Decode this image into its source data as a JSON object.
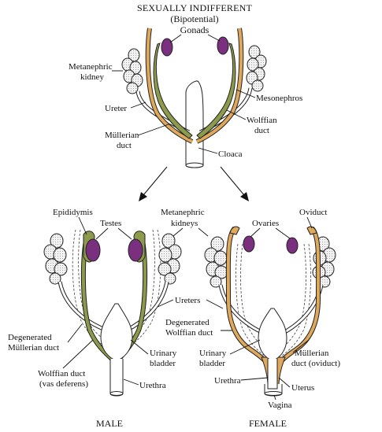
{
  "title": "SEXUALLY INDIFFERENT",
  "subtitle": "(Bipotential)",
  "colors": {
    "gonad": "#7a2f7f",
    "wolffian": "#8c9a4c",
    "mullerian": "#e0a85a",
    "kidney": "#e4e4e4",
    "outline": "#222222"
  },
  "top_labels": {
    "gonads": "Gonads",
    "metanephric_kidney_1": "Metanephric",
    "metanephric_kidney_2": "kidney",
    "ureter": "Ureter",
    "mesonephros": "Mesonephros",
    "mullerian_duct_1": "Müllerian",
    "mullerian_duct_2": "duct",
    "wolffian_duct_1": "Wolffian",
    "wolffian_duct_2": "duct",
    "cloaca": "Cloaca"
  },
  "male_labels": {
    "epididymis": "Epididymis",
    "testes": "Testes",
    "metanephric_kidneys_1": "Metanephric",
    "metanephric_kidneys_2": "kidneys",
    "degenerated_mullerian_1": "Degenerated",
    "degenerated_mullerian_2": "Müllerian duct",
    "wolffian_vas_1": "Wolffian duct",
    "wolffian_vas_2": "(vas deferens)",
    "urinary_bladder_1": "Urinary",
    "urinary_bladder_2": "bladder",
    "urethra": "Urethra",
    "caption": "MALE"
  },
  "shared_labels": {
    "ureters": "Ureters",
    "degenerated_wolffian_1": "Degenerated",
    "degenerated_wolffian_2": "Wolffian duct"
  },
  "female_labels": {
    "ovaries": "Ovaries",
    "oviduct": "Oviduct",
    "urinary_bladder_1": "Urinary",
    "urinary_bladder_2": "bladder",
    "urethra": "Urethra",
    "mullerian_oviduct_1": "Müllerian",
    "mullerian_oviduct_2": "duct (oviduct)",
    "uterus": "Uterus",
    "vagina": "Vagina",
    "caption": "FEMALE"
  }
}
